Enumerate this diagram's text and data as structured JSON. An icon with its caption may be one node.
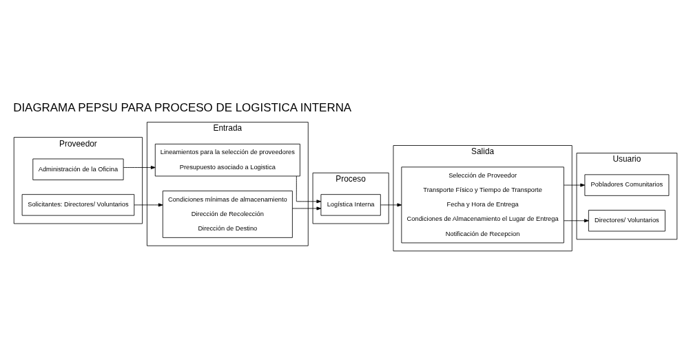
{
  "diagram": {
    "title": "DIAGRAMA PEPSU PARA PROCESO DE LOGISTICA INTERNA",
    "nodes": [
      {
        "text": [
          "Proveedor"
        ]
      },
      {
        "text": [
          "Entrada"
        ]
      },
      {
        "text": [
          "Proceso"
        ]
      },
      {
        "text": [
          "Salida"
        ]
      },
      {
        "text": [
          "Usuario"
        ]
      },
      {
        "text": [
          "Administración de la Oficina"
        ],
        "in": 0
      },
      {
        "text": [
          "Solicitantes: Directores/ Voluntarios"
        ],
        "in": 0
      },
      {
        "text": [
          "Lineamientos para la selección de proveedores",
          "Presupuesto asociado a Logistica"
        ],
        "in": 1
      },
      {
        "text": [
          "Condiciones mínimas de almacenamiento",
          "Dirección de Recolección",
          "Dirección de Destino"
        ],
        "in": 1
      },
      {
        "text": [
          "Logística Interna"
        ],
        "in": 2
      },
      {
        "text": [
          "Selección de Proveedor",
          "Transporte Físico y Tiempo de Transporte",
          "Fecha y Hora de Entrega",
          "Condiciones de Almacenamiento el Lugar de Entrega",
          "Notificación de Recepcion"
        ],
        "in": 3
      },
      {
        "text": [
          "Pobladores Comunitarios"
        ],
        "in": 4
      },
      {
        "text": [
          "Directores/ Voluntarios"
        ],
        "in": 4
      }
    ],
    "edges": [
      {
        "from": 5,
        "to": 7,
        "arrow": "to"
      },
      {
        "from": 6,
        "to": 8,
        "arrow": "to"
      },
      {
        "from": 7,
        "to": 9,
        "arrow": "to"
      },
      {
        "from": 8,
        "to": 9,
        "arrow": "to"
      },
      {
        "from": 9,
        "to": 10,
        "arrow": "to"
      },
      {
        "from": 10,
        "to": 11,
        "arrow": "to"
      },
      {
        "from": 10,
        "to": 12,
        "arrow": "to"
      }
    ]
  }
}
